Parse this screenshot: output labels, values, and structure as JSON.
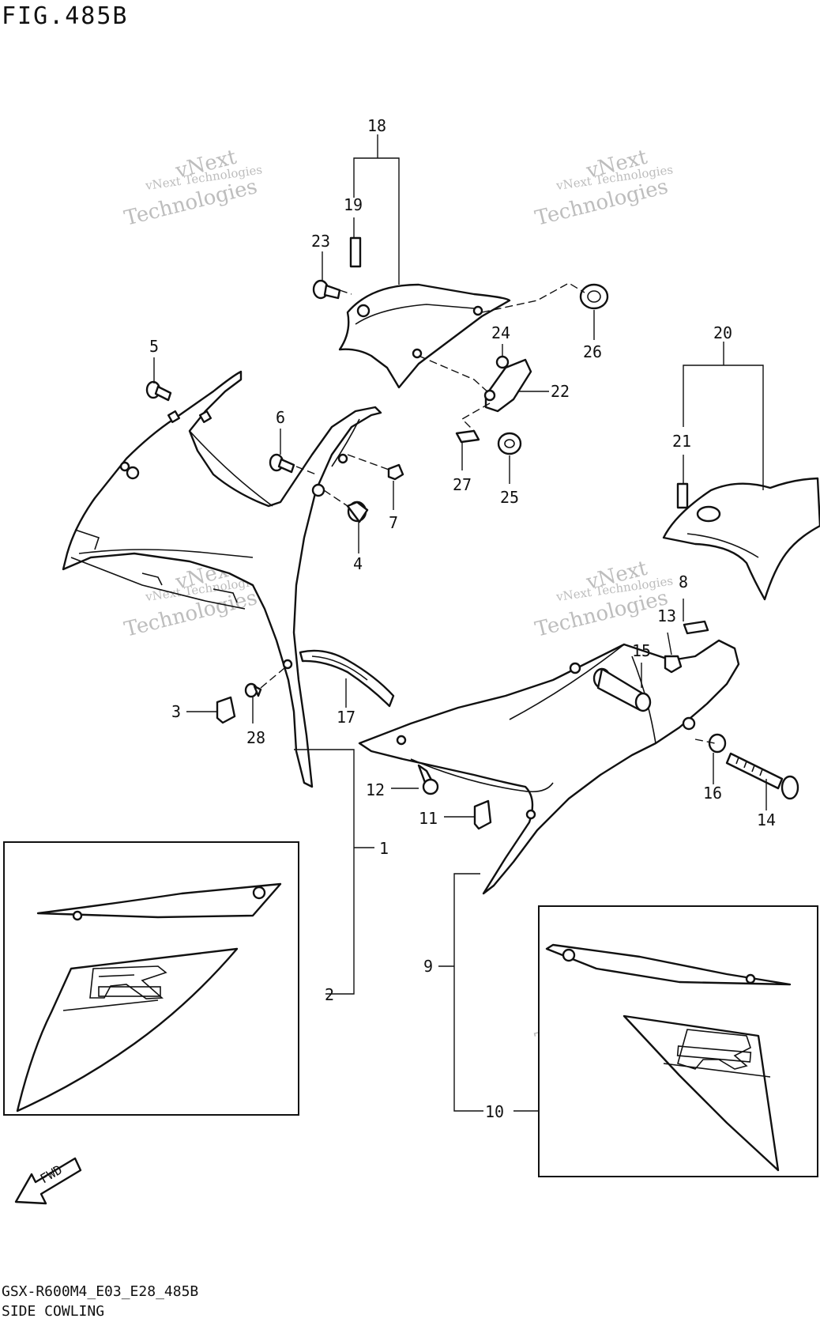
{
  "figure_title": "FIG.485B",
  "footer": {
    "code": "GSX-R600M4_E03_E28_485B",
    "name": "SIDE COWLING"
  },
  "watermark": {
    "line1": "vNext Technologies",
    "line2": "vNext",
    "line3": "Technologies"
  },
  "fwd_label": "FWD",
  "callouts": {
    "c1": "1",
    "c2": "2",
    "c3": "3",
    "c4": "4",
    "c5": "5",
    "c6": "6",
    "c7": "7",
    "c8": "8",
    "c9": "9",
    "c10": "10",
    "c11": "11",
    "c12": "12",
    "c13": "13",
    "c14": "14",
    "c15": "15",
    "c16": "16",
    "c17": "17",
    "c18": "18",
    "c19": "19",
    "c20": "20",
    "c21": "21",
    "c22": "22",
    "c23": "23",
    "c24": "24",
    "c25": "25",
    "c26": "26",
    "c27": "27",
    "c28": "28"
  }
}
